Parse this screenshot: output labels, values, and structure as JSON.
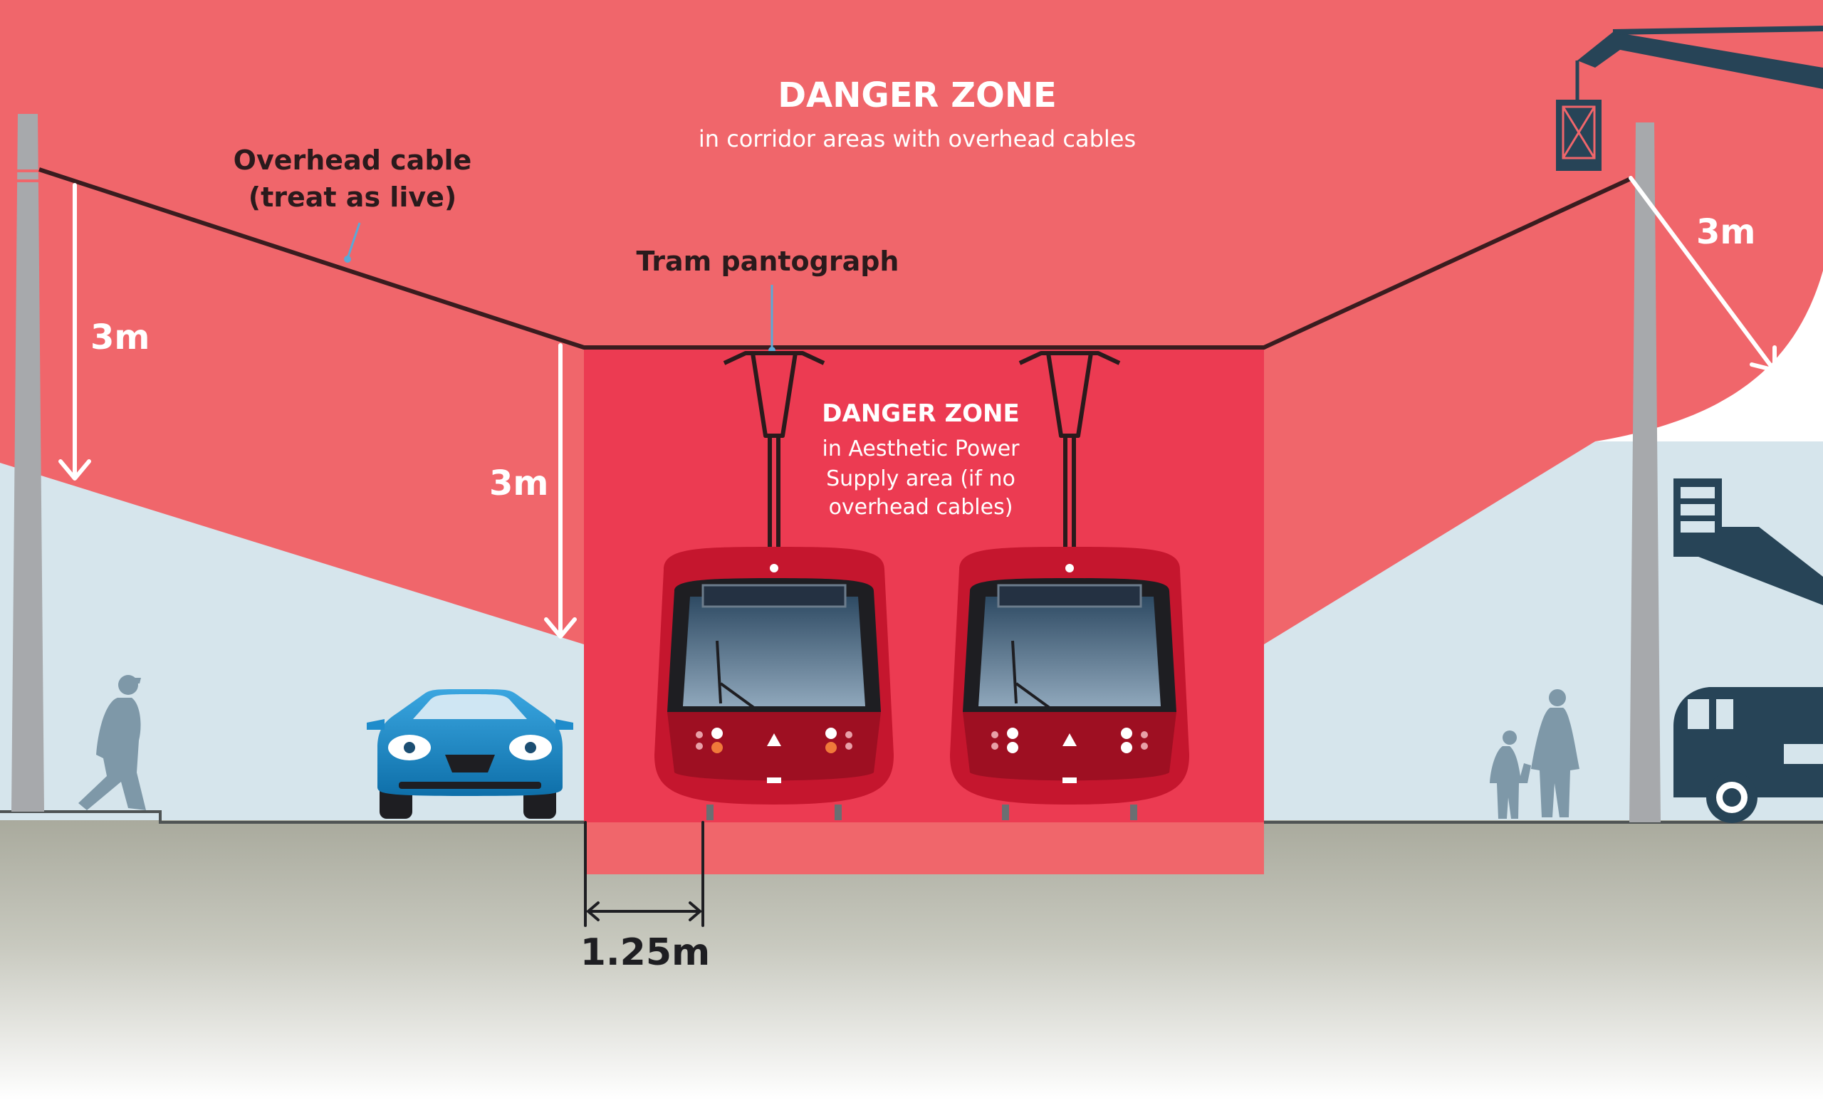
{
  "labels": {
    "danger_zone_corridor_title": "DANGER ZONE",
    "danger_zone_corridor_sub": "in corridor areas with overhead cables",
    "overhead_cable_line1": "Overhead cable",
    "overhead_cable_line2": "(treat as live)",
    "tram_pantograph": "Tram pantograph",
    "danger_zone_supply_title": "DANGER ZONE",
    "danger_zone_supply_line1": "in Aesthetic Power",
    "danger_zone_supply_line2": "Supply area (if no",
    "danger_zone_supply_line3": "overhead cables)",
    "clearance_left_pole": "3m",
    "clearance_cable_mid": "3m",
    "clearance_crane": "3m",
    "track_offset": "1.25m"
  },
  "icons": {
    "pedestrian": "pedestrian-icon",
    "car": "car-icon",
    "tram": "tram-icon",
    "family": "family-icon",
    "truck": "crane-truck-icon"
  },
  "colors": {
    "danger_outer": "#F0666B",
    "danger_inner": "#EC3B52",
    "sky": "#D6E5EC",
    "ground": "#A9AA9D",
    "cable": "#3A1C1F",
    "pole": "#A7A9AC",
    "silhouette": "#7E98A8",
    "vehicle_navy": "#274457",
    "car_blue": "#1F8CCB",
    "tram_red": "#C5162E"
  }
}
